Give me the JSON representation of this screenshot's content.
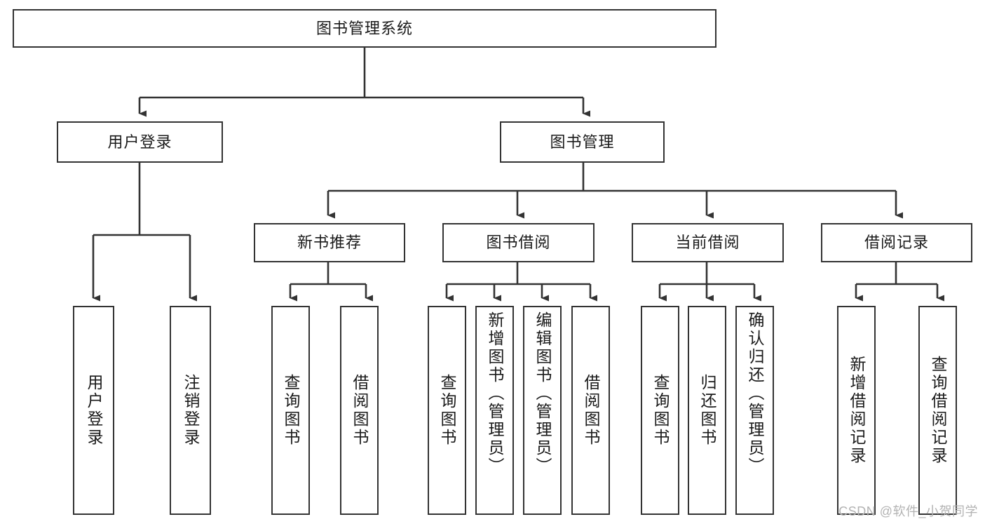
{
  "diagram": {
    "title": "图书管理系统",
    "type": "tree-hierarchy",
    "root": {
      "id": "root",
      "label": "图书管理系统"
    },
    "level2": [
      {
        "id": "user-login",
        "label": "用户登录"
      },
      {
        "id": "book-manage",
        "label": "图书管理"
      }
    ],
    "level3": [
      {
        "id": "new-book-rec",
        "label": "新书推荐",
        "parent": "book-manage"
      },
      {
        "id": "book-borrow",
        "label": "图书借阅",
        "parent": "book-manage"
      },
      {
        "id": "current-borrow",
        "label": "当前借阅",
        "parent": "book-manage"
      },
      {
        "id": "borrow-record",
        "label": "借阅记录",
        "parent": "book-manage"
      }
    ],
    "leaves": [
      {
        "id": "leaf-user-login",
        "label": "用户登录",
        "parent": "user-login"
      },
      {
        "id": "leaf-logout-login",
        "label": "注销登录",
        "parent": "user-login"
      },
      {
        "id": "leaf-query-book-1",
        "label": "查询图书",
        "parent": "new-book-rec"
      },
      {
        "id": "leaf-borrow-book-1",
        "label": "借阅图书",
        "parent": "new-book-rec"
      },
      {
        "id": "leaf-query-book-2",
        "label": "查询图书",
        "parent": "book-borrow"
      },
      {
        "id": "leaf-add-book",
        "label": "新增图书（管理员）",
        "parent": "book-borrow"
      },
      {
        "id": "leaf-edit-book",
        "label": "编辑图书（管理员）",
        "parent": "book-borrow"
      },
      {
        "id": "leaf-borrow-book-2",
        "label": "借阅图书",
        "parent": "book-borrow"
      },
      {
        "id": "leaf-query-book-3",
        "label": "查询图书",
        "parent": "current-borrow"
      },
      {
        "id": "leaf-return-book",
        "label": "归还图书",
        "parent": "current-borrow"
      },
      {
        "id": "leaf-confirm-return",
        "label": "确认归还（管理员）",
        "parent": "current-borrow"
      },
      {
        "id": "leaf-add-record",
        "label": "新增借阅记录",
        "parent": "borrow-record"
      },
      {
        "id": "leaf-query-record",
        "label": "查询借阅记录",
        "parent": "borrow-record"
      }
    ],
    "watermark": "CSDN @软件_小贺同学",
    "colors": {
      "stroke": "#333333",
      "fill": "#ffffff",
      "text": "#1a1a1a",
      "watermark": "#b3b3b3"
    }
  }
}
